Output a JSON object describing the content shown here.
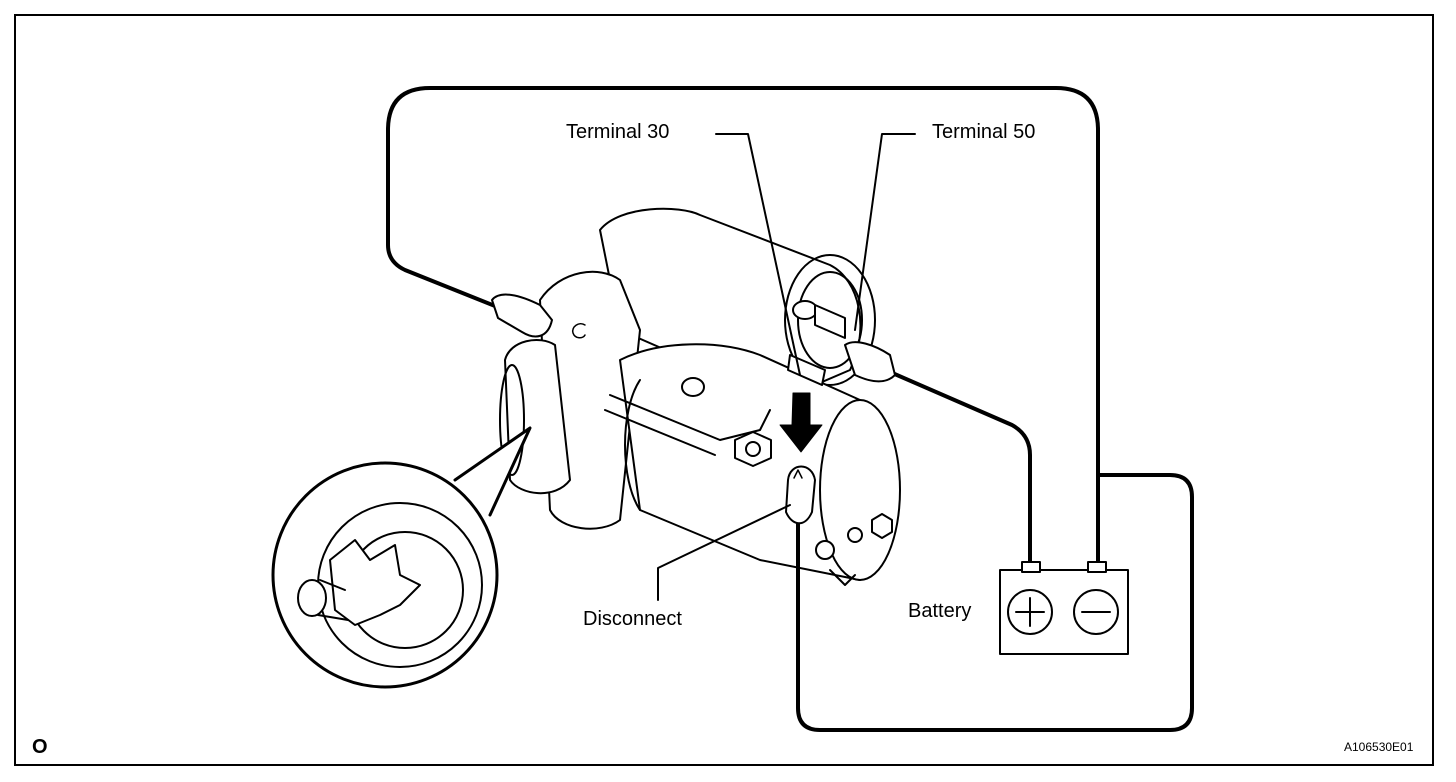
{
  "labels": {
    "terminal_30": "Terminal 30",
    "terminal_50": "Terminal 50",
    "disconnect": "Disconnect",
    "battery": "Battery",
    "battery_positive": "+",
    "battery_negative": "−"
  },
  "corner": {
    "left_mark": "O",
    "figure_code": "A106530E01"
  }
}
